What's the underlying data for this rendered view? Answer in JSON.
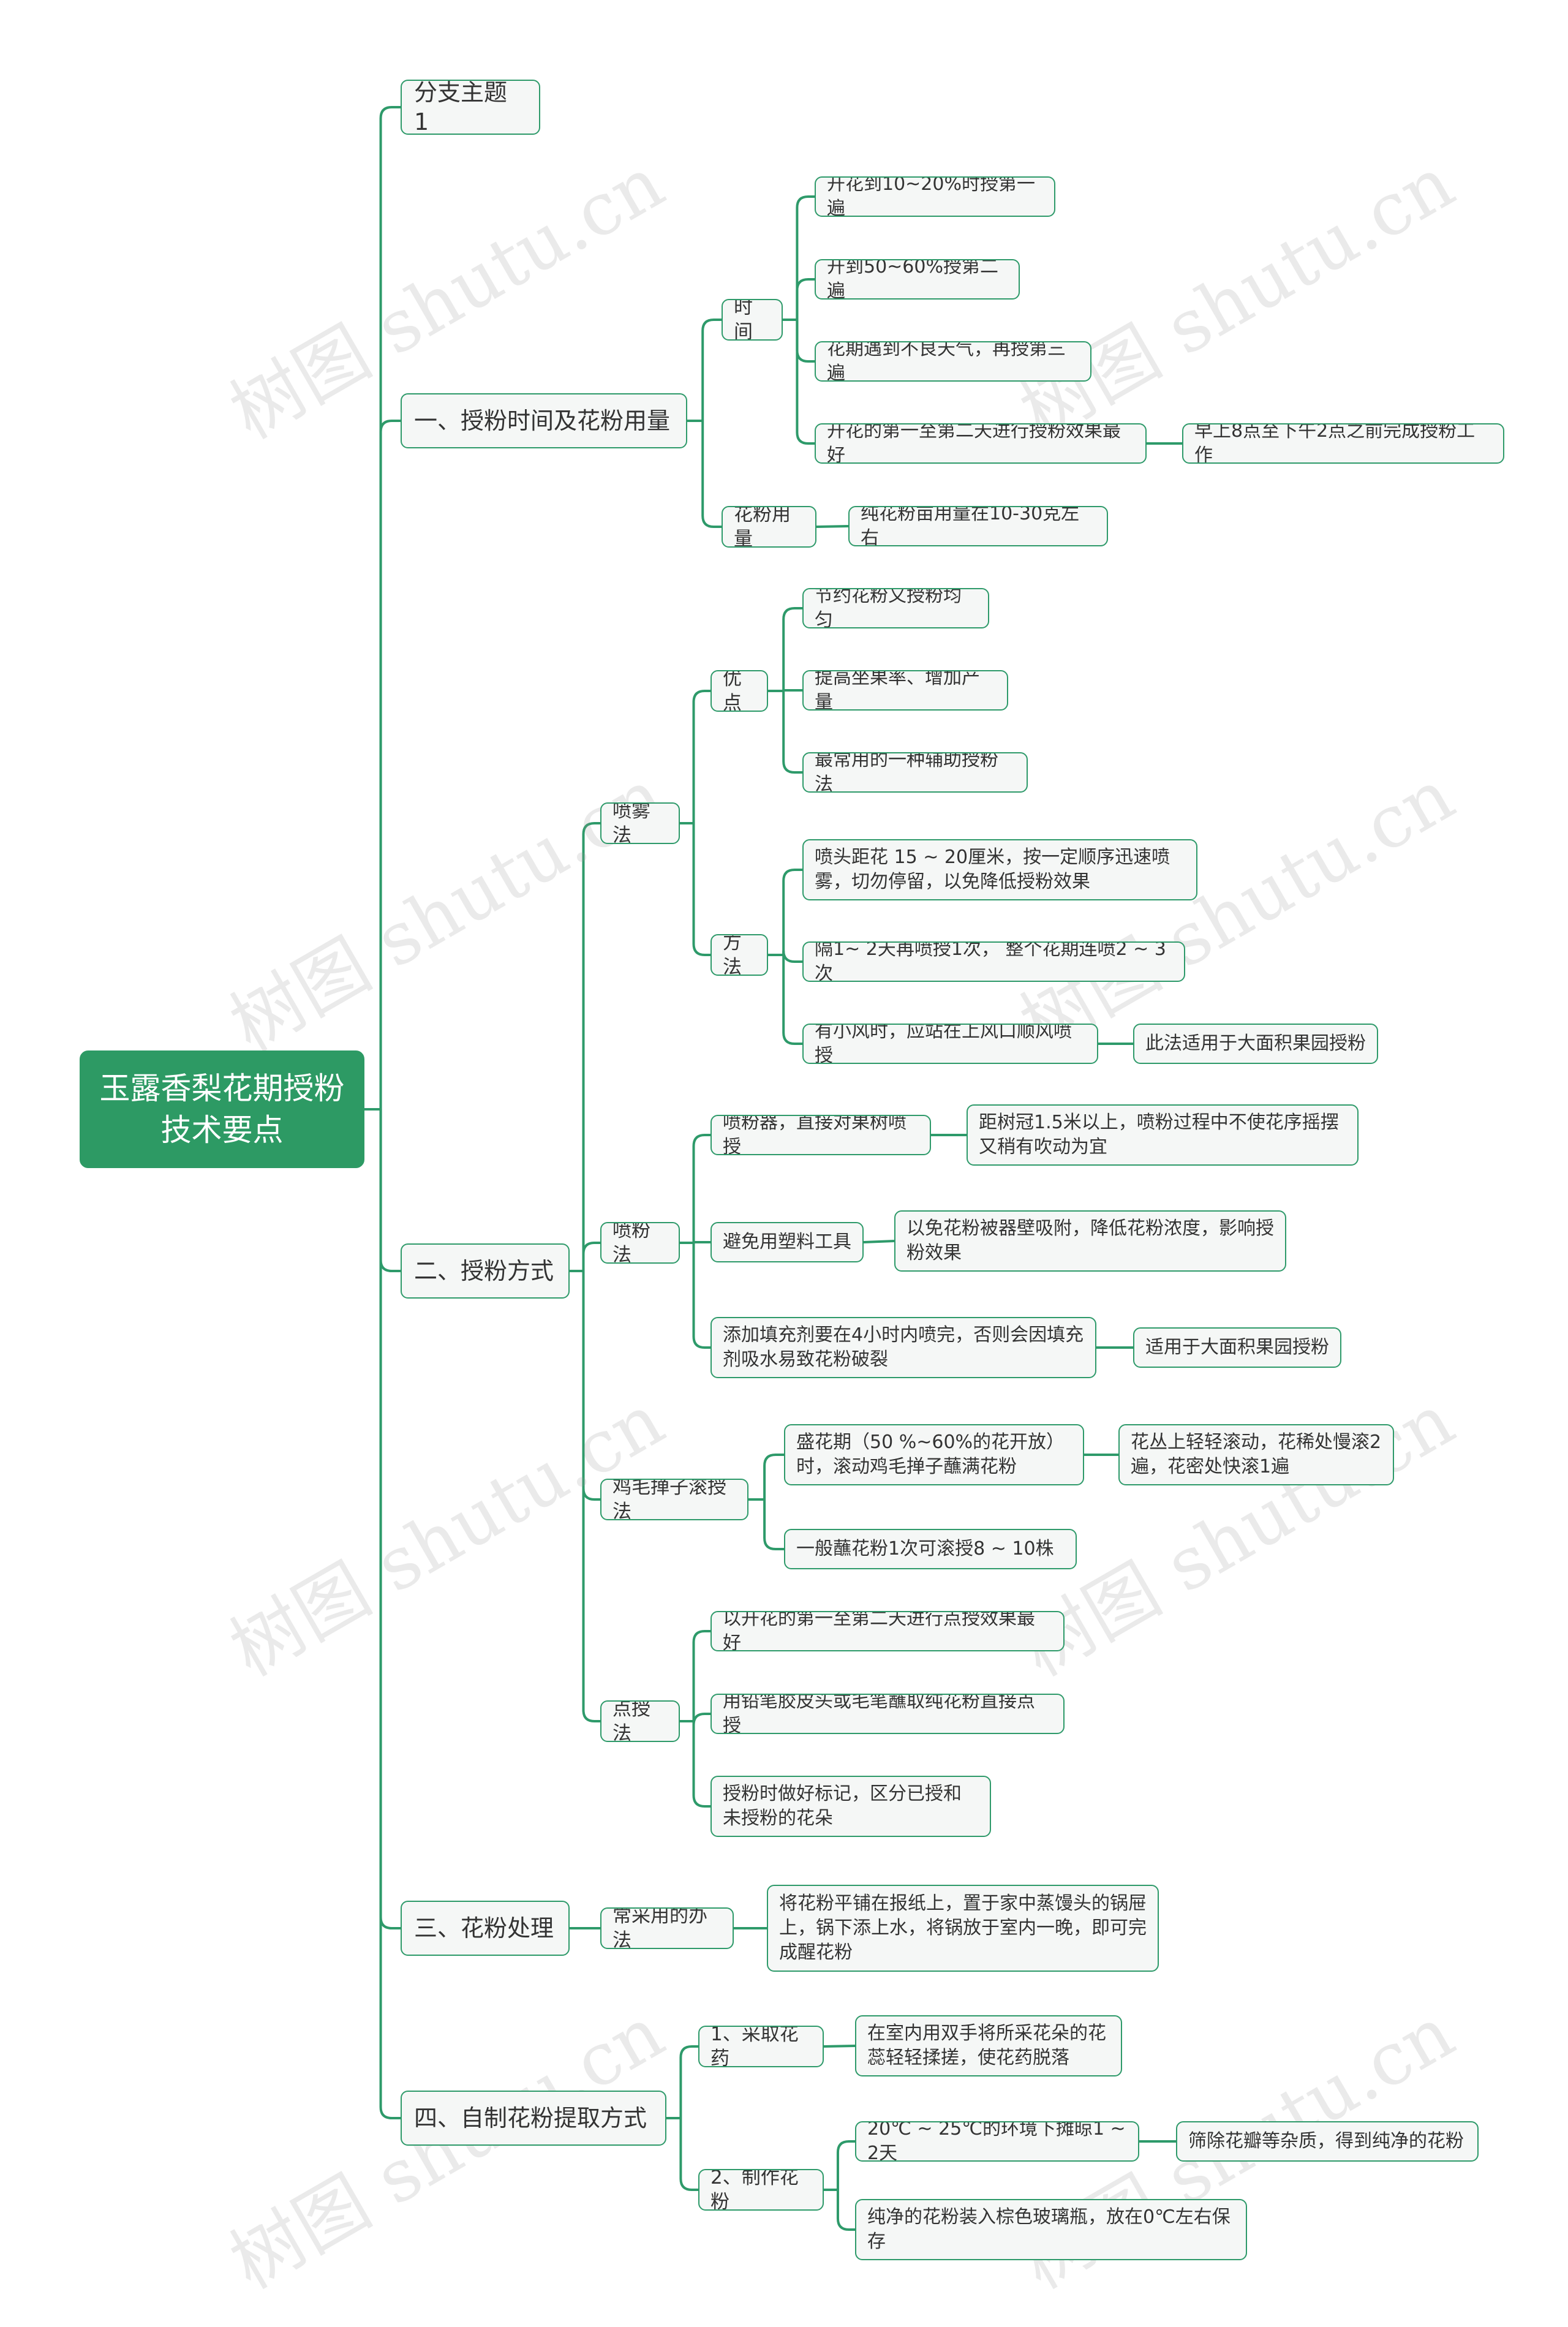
{
  "watermark": "树图 shutu.cn",
  "root": {
    "text": "玉露香梨花期授粉技术要点"
  },
  "nodes": {
    "b0": "分支主题 1",
    "b1": "一、授粉时间及花粉用量",
    "b1_time": "时间",
    "b1_time_1": "开花到10~20%时授第一遍",
    "b1_time_2": "开到50~60%授第二遍",
    "b1_time_3": "花期遇到不良天气，再授第三遍",
    "b1_time_4": "开花的第一至第二天进行授粉效果最好",
    "b1_time_4a": "早上8点至下午2点之前完成授粉工作",
    "b1_amount": "花粉用量",
    "b1_amount_1": "纯花粉亩用量在10-30克左右",
    "b2": "二、授粉方式",
    "b2_spray": "喷雾法",
    "b2_spray_adv": "优点",
    "b2_spray_adv_1": "节约花粉又授粉均匀",
    "b2_spray_adv_2": "提高坐果率、增加产量",
    "b2_spray_adv_3": "最常用的一种辅助授粉法",
    "b2_spray_method": "方法",
    "b2_spray_method_1": "喷头距花 15 ~ 20厘米，按一定顺序迅速喷雾，切勿停留，以免降低授粉效果",
    "b2_spray_method_2": "隔1~ 2天再喷授1次， 整个花期连喷2 ~ 3次",
    "b2_spray_method_3": "有小风时，应站在上风口顺风喷授",
    "b2_spray_method_3a": "此法适用于大面积果园授粉",
    "b2_dust": "喷粉法",
    "b2_dust_1": "喷粉器，直接对果树喷授",
    "b2_dust_1a": "距树冠1.5米以上，喷粉过程中不使花序摇摆又稍有吹动为宜",
    "b2_dust_2": "避免用塑料工具",
    "b2_dust_2a": "以免花粉被器壁吸附，降低花粉浓度，影响授粉效果",
    "b2_dust_3": "添加填充剂要在4小时内喷完，否则会因填充剂吸水易致花粉破裂",
    "b2_dust_3a": "适用于大面积果园授粉",
    "b2_duster": "鸡毛掸子滚授法",
    "b2_duster_1": "盛花期（50 %~60%的花开放）时，滚动鸡毛掸子蘸满花粉",
    "b2_duster_1a": "花丛上轻轻滚动，花稀处慢滚2遍，花密处快滚1遍",
    "b2_duster_2": "一般蘸花粉1次可滚授8 ~ 10株",
    "b2_point": "点授法",
    "b2_point_1": "以开花的第一至第二天进行点授效果最好",
    "b2_point_2": "用铅笔胶皮头或毛笔蘸取纯花粉直接点授",
    "b2_point_3": "授粉时做好标记，区分已授和未授粉的花朵",
    "b3": "三、花粉处理",
    "b3_common": "常采用的办法",
    "b3_common_1": "将花粉平铺在报纸上，置于家中蒸馒头的锅屉上，锅下添上水，将锅放于室内一晚，即可完成醒花粉",
    "b4": "四、自制花粉提取方式",
    "b4_collect": "1、采取花药",
    "b4_collect_1": "在室内用双手将所采花朵的花蕊轻轻揉搓，使花药脱落",
    "b4_make": "2、制作花粉",
    "b4_make_1": "20℃ ~ 25℃的环境下摊晾1 ~ 2天",
    "b4_make_1a": "筛除花瓣等杂质，得到纯净的花粉",
    "b4_make_2": "纯净的花粉装入棕色玻璃瓶，放在0℃左右保存"
  },
  "colors": {
    "accent": "#2d9a64",
    "line": "#2e9a6a",
    "node_bg": "#f5f7f6"
  }
}
